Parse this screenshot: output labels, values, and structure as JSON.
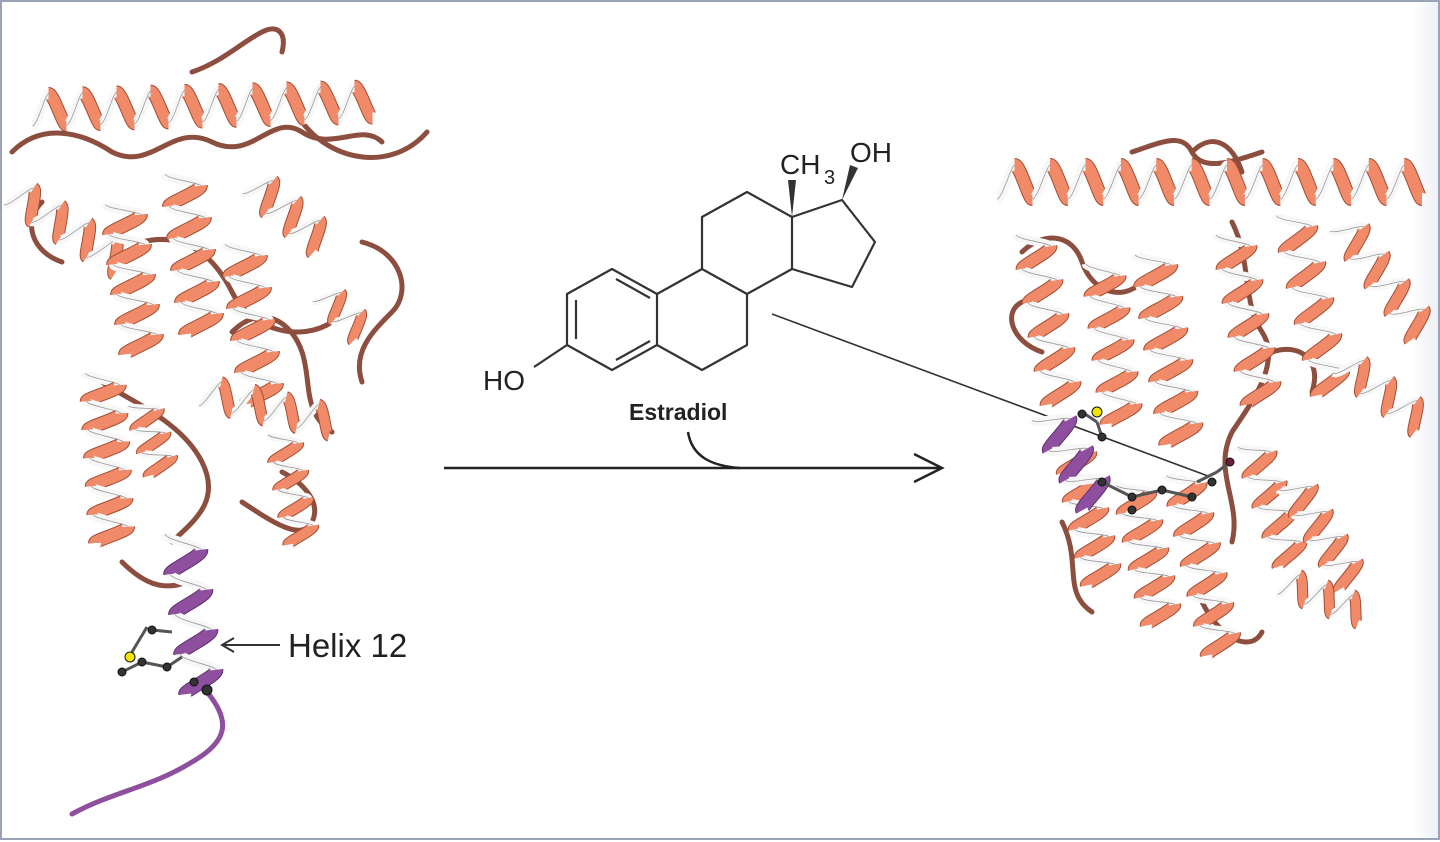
{
  "labels": {
    "ch3_main": "CH",
    "ch3_sub": "3",
    "oh_top": "OH",
    "ho_left": "HO",
    "ligand_name": "Estradiol",
    "helix_label": "Helix 12"
  },
  "colors": {
    "helix": "#f08a68",
    "helix_edge": "#a24d33",
    "helix_back": "#f7f7f7",
    "loop": "#8c4e3e",
    "helix12": "#8e4f9f",
    "atom_dark": "#333333",
    "atom_sulfur": "#f2e600",
    "line": "#333333"
  }
}
